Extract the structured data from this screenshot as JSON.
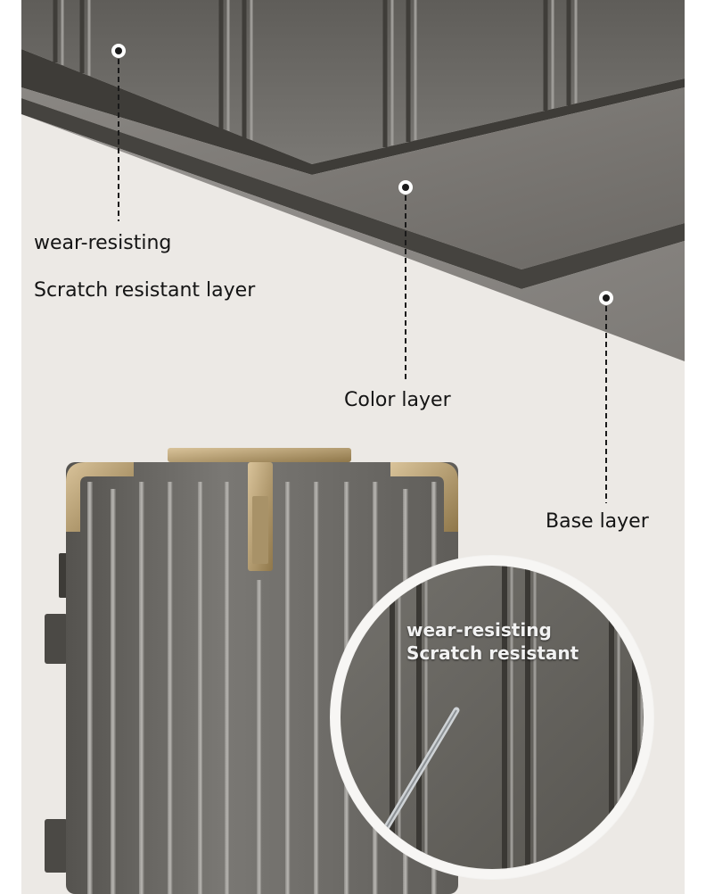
{
  "labels": {
    "wear_resisting": "wear-resisting",
    "scratch_layer": "Scratch resistant layer",
    "color_layer": "Color layer",
    "base_layer": "Base layer"
  },
  "zoom": {
    "line1": "wear-resisting",
    "line2": "Scratch resistant"
  },
  "colors": {
    "page_background": "#ffffff",
    "panel_background": "#ece9e5",
    "shell_gray": "#6f6d69",
    "shell_dark": "#47453f",
    "gold_trim": "#b49a6c",
    "label_text": "#141414",
    "zoom_text": "#f2f2f2"
  }
}
